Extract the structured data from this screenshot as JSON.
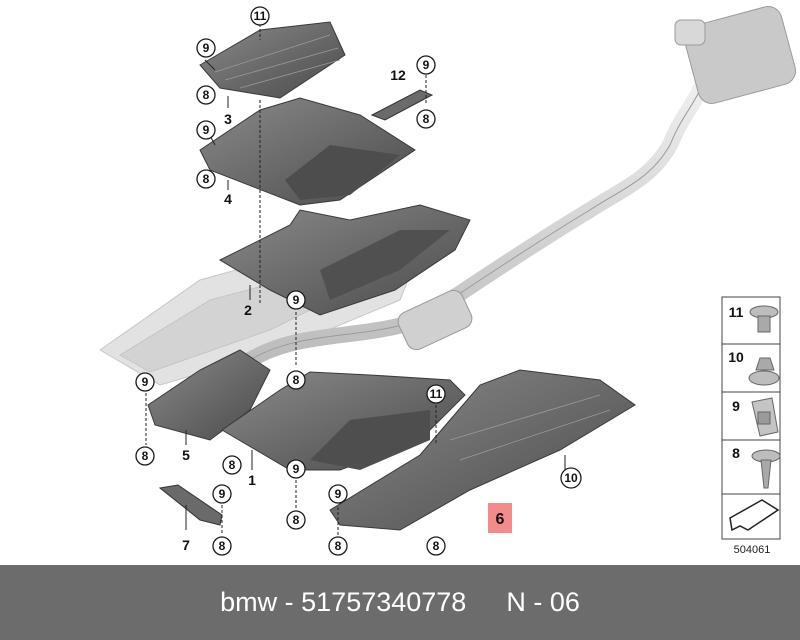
{
  "diagram": {
    "callouts": {
      "c11_top": "11",
      "c9_a": "9",
      "c8_a": "8",
      "c3": "3",
      "c9_b": "9",
      "c8_b": "8",
      "c4": "4",
      "c12": "12",
      "c9_c": "9",
      "c8_c": "8",
      "c2": "2",
      "c9_d": "9",
      "c8_d": "8",
      "c9_e": "9",
      "c8_e": "8",
      "c5": "5",
      "c8_f": "8",
      "c1": "1",
      "c9_f": "9",
      "c8_g": "8",
      "c11_mid": "11",
      "c9_g": "9",
      "c8_h": "8",
      "c8_i": "8",
      "c10": "10",
      "c6": "6",
      "c9_h": "9",
      "c8_j": "8",
      "c7": "7"
    },
    "legend": {
      "items": [
        {
          "num": "11",
          "icon": "push-rivet-icon"
        },
        {
          "num": "10",
          "icon": "hex-nut-icon"
        },
        {
          "num": "9",
          "icon": "clip-nut-icon"
        },
        {
          "num": "8",
          "icon": "screw-icon"
        }
      ],
      "drawing_number": "504061"
    },
    "colors": {
      "highlight": "#f28c8c",
      "panel_dark": "#5a5a5a",
      "panel_mid": "#7c7c7c",
      "ghost": "#dcdcdc"
    }
  },
  "footer": {
    "brand": "bmw - 51757340778",
    "page": "N - 06"
  }
}
